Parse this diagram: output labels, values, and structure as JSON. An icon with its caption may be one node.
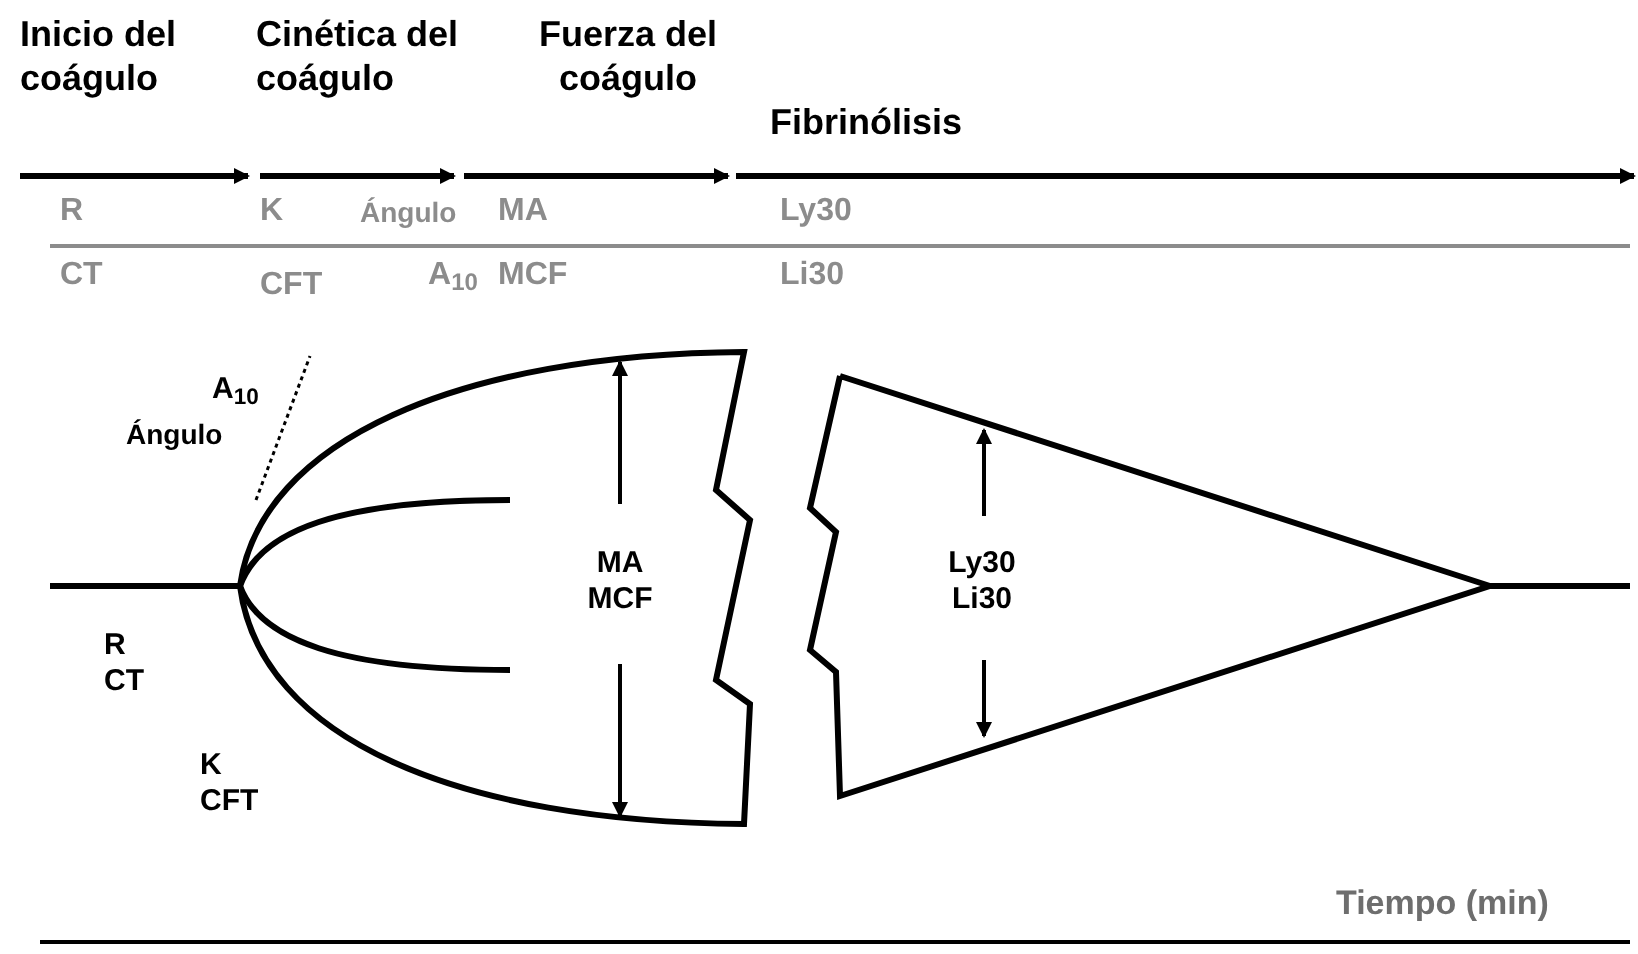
{
  "diagram": {
    "labels": [
      "Inicio del coágulo",
      "Cinética del coágulo",
      "Fuerza del coágulo",
      "Fibrinólisis",
      "R",
      "K",
      "Ángulo",
      "MA",
      "Ly30",
      "CT",
      "CFT",
      "A$_{10}$",
      "MCF",
      "Li30",
      "A$_{10}$",
      "Ángulo",
      "MA MCF",
      "R CT",
      "K CFT",
      "Ly30 Li30",
      "Tiempo (min)"
    ]
  }
}
